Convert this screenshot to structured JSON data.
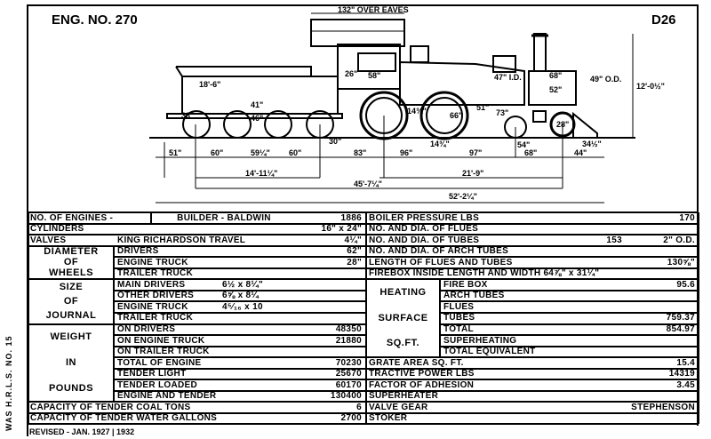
{
  "header": {
    "engine_number": "ENG. NO. 270",
    "class": "D26"
  },
  "side_note": "WAS H.R.L.S. NO. 15",
  "revised": "REVISED - JAN. 1927 | 1932",
  "diagram": {
    "dimensions": [
      "132\" OVER EAVES",
      "18'-6\"",
      "41\"",
      "46\"",
      "33\"",
      "26\"",
      "58\"",
      "47\" I.D.",
      "68\"",
      "52\"",
      "49\" O.D.",
      "12'-0½\"",
      "51\"",
      "73\"",
      "66\"",
      "14¾\"",
      "28\"",
      "30\"",
      "54\"",
      "34½\"",
      "51\"",
      "60\"",
      "59¼\"",
      "60\"",
      "83\"",
      "96\"",
      "97\"",
      "68\"",
      "44\"",
      "14'-11¼\"",
      "45'-7¼\"",
      "21'-9\"",
      "52'-2¼\"",
      "14¾\""
    ]
  },
  "left_table": {
    "engines": {
      "label": "NO. OF ENGINES -",
      "builder": "BUILDER - BALDWIN",
      "year": "1886"
    },
    "cylinders": {
      "label": "CYLINDERS",
      "value": "16\" x 24\""
    },
    "valves": {
      "label": "VALVES",
      "detail": "KING RICHARDSON TRAVEL",
      "value": "4¼\""
    },
    "diameter": {
      "group": [
        "DIAMETER",
        "OF",
        "WHEELS"
      ],
      "rows": [
        {
          "label": "DRIVERS",
          "value": "62\""
        },
        {
          "label": "ENGINE TRUCK",
          "value": "28\""
        },
        {
          "label": "TRAILER TRUCK",
          "value": ""
        }
      ]
    },
    "journal": {
      "group": [
        "SIZE",
        "OF",
        "JOURNAL"
      ],
      "rows": [
        {
          "label": "MAIN DRIVERS",
          "value": "6½ x 8¼\""
        },
        {
          "label": "OTHER DRIVERS",
          "value": "6⅝ x 8¼"
        },
        {
          "label": "ENGINE TRUCK",
          "value": "4⁵⁄₁₆ x 10"
        },
        {
          "label": "TRAILER TRUCK",
          "value": ""
        }
      ]
    },
    "weight": {
      "group": [
        "WEIGHT",
        "IN",
        "POUNDS"
      ],
      "rows": [
        {
          "label": "ON DRIVERS",
          "value": "48350"
        },
        {
          "label": "ON ENGINE TRUCK",
          "value": "21880"
        },
        {
          "label": "ON TRAILER TRUCK",
          "value": ""
        },
        {
          "label": "TOTAL OF ENGINE",
          "value": "70230"
        },
        {
          "label": "TENDER LIGHT",
          "value": "25670"
        },
        {
          "label": "TENDER LOADED",
          "value": "60170"
        },
        {
          "label": "ENGINE AND TENDER",
          "value": "130400"
        }
      ]
    },
    "coal": {
      "label": "CAPACITY OF TENDER COAL TONS",
      "value": "6"
    },
    "water": {
      "label": "CAPACITY OF TENDER WATER GALLONS",
      "value": "2700"
    }
  },
  "right_table": {
    "rows_top": [
      {
        "label": "BOILER PRESSURE LBS",
        "value": "170"
      },
      {
        "label": "NO. AND DIA. OF FLUES",
        "value": ""
      },
      {
        "label": "NO. AND DIA. OF TUBES",
        "count": "153",
        "value": "2\" O.D."
      },
      {
        "label": "NO. AND DIA. OF ARCH TUBES",
        "value": ""
      },
      {
        "label": "LENGTH OF FLUES AND TUBES",
        "value": "130⅝\""
      },
      {
        "label": "FIREBOX INSIDE LENGTH AND WIDTH 64⅞\" x 31¼\"",
        "value": ""
      }
    ],
    "heating": {
      "group": [
        "HEATING",
        "SURFACE",
        "SQ.FT."
      ],
      "rows": [
        {
          "label": "FIRE BOX",
          "value": "95.6"
        },
        {
          "label": "ARCH TUBES",
          "value": ""
        },
        {
          "label": "FLUES",
          "value": ""
        },
        {
          "label": "TUBES",
          "value": "759.37"
        },
        {
          "label": "TOTAL",
          "value": "854.97"
        },
        {
          "label": "SUPERHEATING",
          "value": ""
        },
        {
          "label": "TOTAL EQUIVALENT",
          "value": ""
        }
      ]
    },
    "rows_bottom": [
      {
        "label": "GRATE AREA SQ. FT.",
        "value": "15.4"
      },
      {
        "label": "TRACTIVE POWER LBS",
        "value": "14319"
      },
      {
        "label": "FACTOR OF ADHESION",
        "value": "3.45"
      },
      {
        "label": "SUPERHEATER",
        "value": ""
      },
      {
        "label": "VALVE GEAR",
        "value": "STEPHENSON"
      },
      {
        "label": "STOKER",
        "value": ""
      }
    ]
  }
}
